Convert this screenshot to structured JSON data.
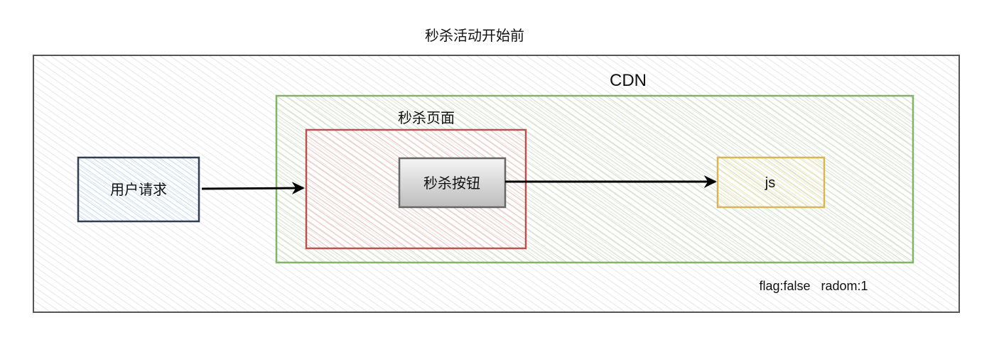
{
  "title": "秒杀活动开始前",
  "cdn_label": "CDN",
  "page_label": "秒杀页面",
  "user_request": "用户请求",
  "seckill_button": "秒杀按钮",
  "js_label": "js",
  "status_text": "flag:false   radom:1",
  "colors": {
    "outer_border": "#555555",
    "cdn_border": "#82b366",
    "page_border": "#b85450",
    "user_border": "#333f50",
    "user_fill": "#dae8fc",
    "js_border": "#d6b656",
    "js_fill": "#fff2cc"
  }
}
